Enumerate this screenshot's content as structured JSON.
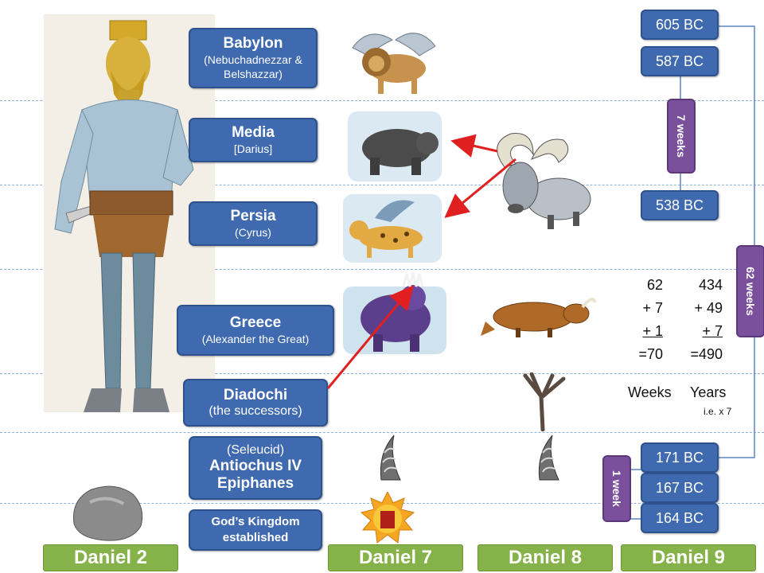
{
  "kingdoms": [
    {
      "title": "Babylon",
      "subtitle": "(Nebuchadnezzar & Belshazzar)"
    },
    {
      "title": "Media",
      "subtitle": "[Darius]"
    },
    {
      "title": "Persia",
      "subtitle": "(Cyrus)"
    },
    {
      "title": "Greece",
      "subtitle": "(Alexander the Great)"
    },
    {
      "title": "Diadochi",
      "subtitle": "(the successors)"
    },
    {
      "prefix": "(Seleucid)",
      "title": "Antiochus IV Epiphanes"
    },
    {
      "title": "God’s Kingdom established"
    }
  ],
  "chapters": [
    "Daniel 2",
    "Daniel 7",
    "Daniel 8",
    "Daniel 9"
  ],
  "dates": [
    "605 BC",
    "587 BC",
    "538 BC",
    "171 BC",
    "167 BC",
    "164 BC"
  ],
  "weeks": {
    "seven": "7 weeks",
    "sixty_two": "62 weeks",
    "one": "1 week"
  },
  "calc": {
    "weeks_col": [
      "62",
      "+ 7",
      "+ 1",
      "=70"
    ],
    "years_col": [
      "434",
      "+ 49",
      "+ 7",
      "=490"
    ],
    "weeks_label": "Weeks",
    "years_label": "Years",
    "note": "i.e. x 7"
  },
  "colors": {
    "box": "#3f6ab0",
    "week": "#7a4f9c",
    "chapter": "#86b24a",
    "arrow": "#e02020"
  }
}
